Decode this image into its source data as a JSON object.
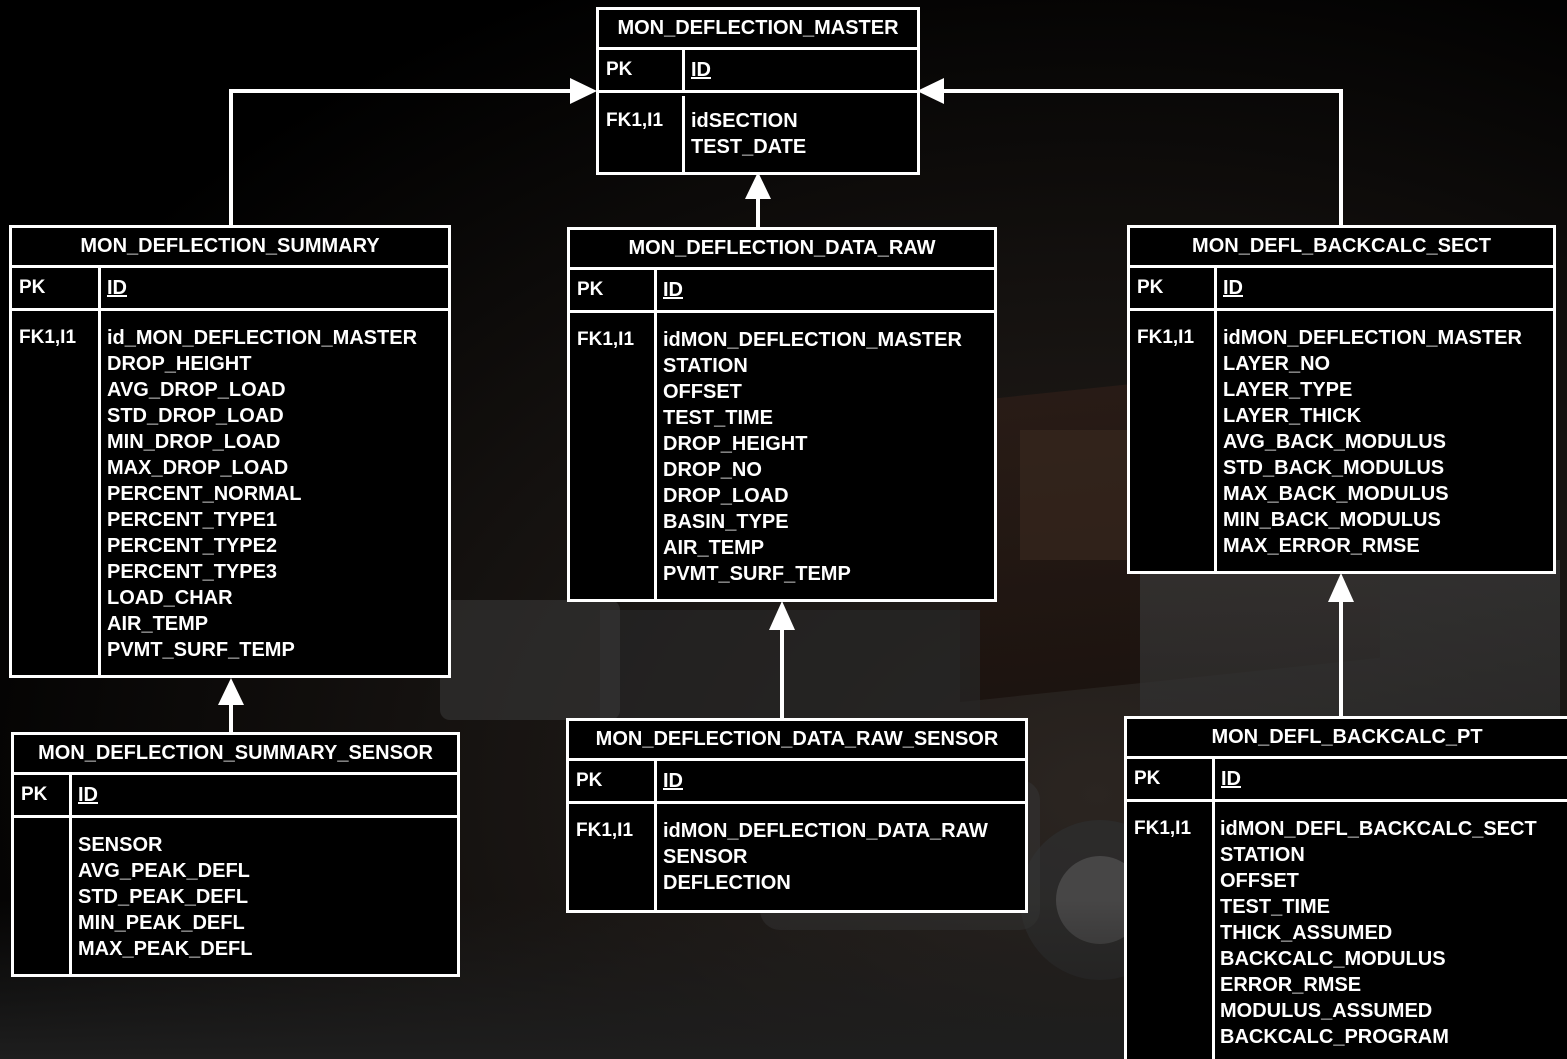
{
  "tables": {
    "master": {
      "title": "MON_DEFLECTION_MASTER",
      "pk_label": "PK",
      "pk_field": "ID",
      "fk_label": "FK1,I1",
      "fields": [
        "idSECTION",
        "TEST_DATE"
      ]
    },
    "summary": {
      "title": "MON_DEFLECTION_SUMMARY",
      "pk_label": "PK",
      "pk_field": "ID",
      "fk_label": "FK1,I1",
      "fields": [
        "id_MON_DEFLECTION_MASTER",
        "DROP_HEIGHT",
        "AVG_DROP_LOAD",
        "STD_DROP_LOAD",
        "MIN_DROP_LOAD",
        "MAX_DROP_LOAD",
        "PERCENT_NORMAL",
        "PERCENT_TYPE1",
        "PERCENT_TYPE2",
        "PERCENT_TYPE3",
        "LOAD_CHAR",
        "AIR_TEMP",
        "PVMT_SURF_TEMP"
      ]
    },
    "data_raw": {
      "title": "MON_DEFLECTION_DATA_RAW",
      "pk_label": "PK",
      "pk_field": "ID",
      "fk_label": "FK1,I1",
      "fields": [
        "idMON_DEFLECTION_MASTER",
        "STATION",
        "OFFSET",
        "TEST_TIME",
        "DROP_HEIGHT",
        "DROP_NO",
        "DROP_LOAD",
        "BASIN_TYPE",
        "AIR_TEMP",
        "PVMT_SURF_TEMP"
      ]
    },
    "backcalc_sect": {
      "title": "MON_DEFL_BACKCALC_SECT",
      "pk_label": "PK",
      "pk_field": "ID",
      "fk_label": "FK1,I1",
      "fields": [
        "idMON_DEFLECTION_MASTER",
        "LAYER_NO",
        "LAYER_TYPE",
        "LAYER_THICK",
        "AVG_BACK_MODULUS",
        "STD_BACK_MODULUS",
        "MAX_BACK_MODULUS",
        "MIN_BACK_MODULUS",
        "MAX_ERROR_RMSE"
      ]
    },
    "summary_sensor": {
      "title": "MON_DEFLECTION_SUMMARY_SENSOR",
      "pk_label": "PK",
      "pk_field": "ID",
      "fk_label": "",
      "fields": [
        "SENSOR",
        "AVG_PEAK_DEFL",
        "STD_PEAK_DEFL",
        "MIN_PEAK_DEFL",
        "MAX_PEAK_DEFL"
      ]
    },
    "data_raw_sensor": {
      "title": "MON_DEFLECTION_DATA_RAW_SENSOR",
      "pk_label": "PK",
      "pk_field": "ID",
      "fk_label": "FK1,I1",
      "fields": [
        "idMON_DEFLECTION_DATA_RAW",
        "SENSOR",
        "DEFLECTION"
      ]
    },
    "backcalc_pt": {
      "title": "MON_DEFL_BACKCALC_PT",
      "pk_label": "PK",
      "pk_field": "ID",
      "fk_label": "FK1,I1",
      "fields": [
        "idMON_DEFL_BACKCALC_SECT",
        "STATION",
        "OFFSET",
        "TEST_TIME",
        "THICK_ASSUMED",
        "BACKCALC_MODULUS",
        "ERROR_RMSE",
        "MODULUS_ASSUMED",
        "BACKCALC_PROGRAM"
      ]
    }
  },
  "colors": {
    "background": "#000000",
    "line": "#ffffff",
    "text": "#ffffff"
  }
}
